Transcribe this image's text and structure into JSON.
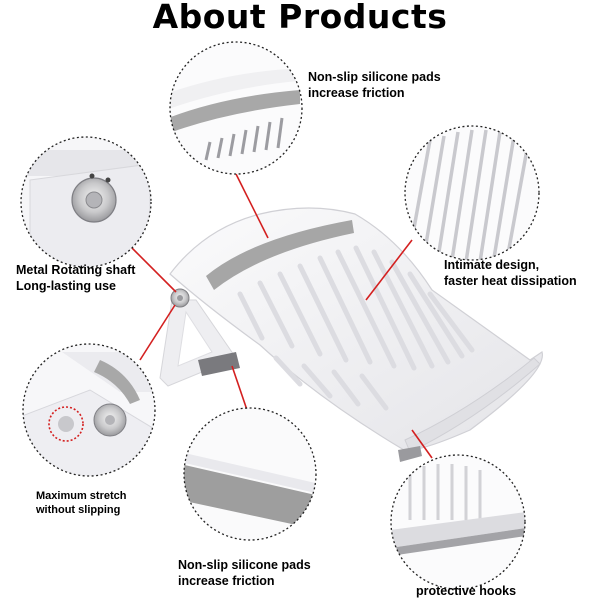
{
  "title": "About Products",
  "callouts": {
    "top_pads": [
      "Non-slip silicone pads",
      "increase friction"
    ],
    "heat": [
      "Intimate design,",
      "faster heat dissipation"
    ],
    "shaft": [
      "Metal Rotating shaft",
      "Long-lasting use"
    ],
    "stretch": [
      "Maximum stretch",
      "without slipping"
    ],
    "bottom_pads": [
      "Non-slip silicone pads",
      "increase friction"
    ],
    "hooks": [
      "protective hooks"
    ]
  },
  "colors": {
    "leader_line": "#d42020",
    "circle_border": "#222222",
    "stand_body": "#f2f2f4",
    "pad_gray": "#a6a6a6"
  }
}
